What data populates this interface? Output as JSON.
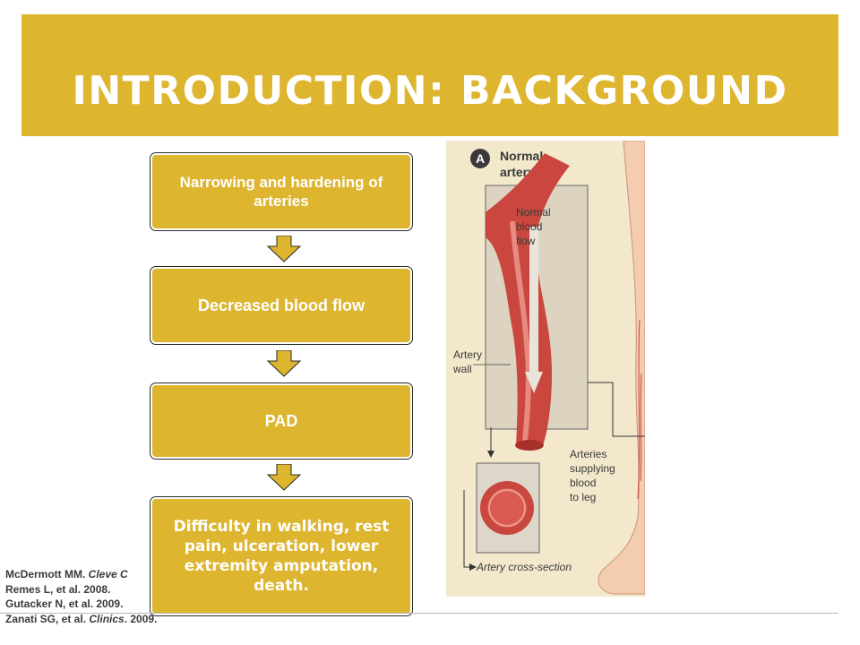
{
  "header": {
    "title": "INTRODUCTION: BACKGROUND"
  },
  "flow": {
    "step1": "Narrowing and hardening of arteries",
    "step2": "Decreased blood flow",
    "step3": "PAD",
    "step4": "Difficulty in walking, rest pain, ulceration, lower extremity amputation, death."
  },
  "references": [
    {
      "text": "McDermott MM. ",
      "italic": "Cleve C"
    },
    {
      "text": "Remes L, et al. 2008.",
      "italic": ""
    },
    {
      "text": "Gutacker N, et al. 2009.",
      "italic": ""
    },
    {
      "text": "Zanati SG, et al. ",
      "italic": "Clinics",
      "tail": ". 2009."
    }
  ],
  "illustration": {
    "badge": "A",
    "heading_line1": "Normal",
    "heading_line2": "artery",
    "label_flow_1": "Normal",
    "label_flow_2": "blood",
    "label_flow_3": "flow",
    "label_wall_1": "Artery",
    "label_wall_2": "wall",
    "label_legs_1": "Arteries",
    "label_legs_2": "supplying",
    "label_legs_3": "blood",
    "label_legs_4": "to leg",
    "label_section": "Artery cross-section"
  },
  "colors": {
    "accent": "#ddb52f",
    "artery": "#c9473e",
    "panel": "#f3e8cc"
  }
}
